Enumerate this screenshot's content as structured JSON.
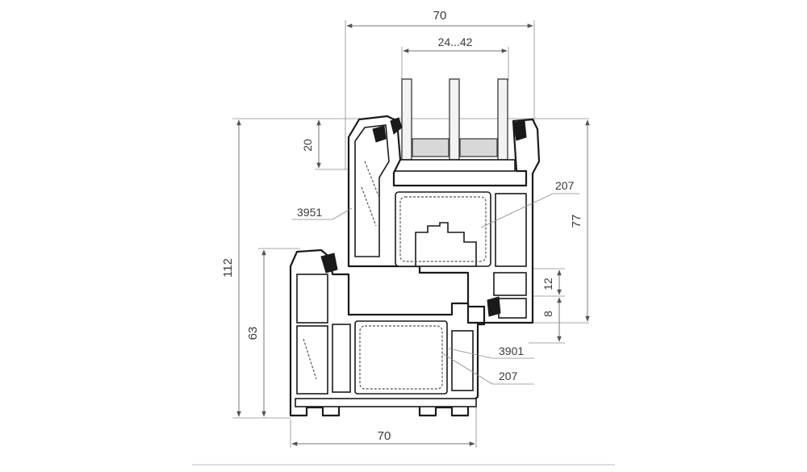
{
  "drawing": {
    "dimensions": {
      "top_width": "70",
      "glass_range": "24...42",
      "glazing_depth": "20",
      "sash_height": "77",
      "total_height": "112",
      "frame_height": "63",
      "overlap_12": "12",
      "overlap_8": "8",
      "bottom_width": "70"
    },
    "callouts": {
      "sash_profile": "3951",
      "sash_reinforcement": "207",
      "frame_profile": "3901",
      "frame_reinforcement": "207"
    }
  }
}
